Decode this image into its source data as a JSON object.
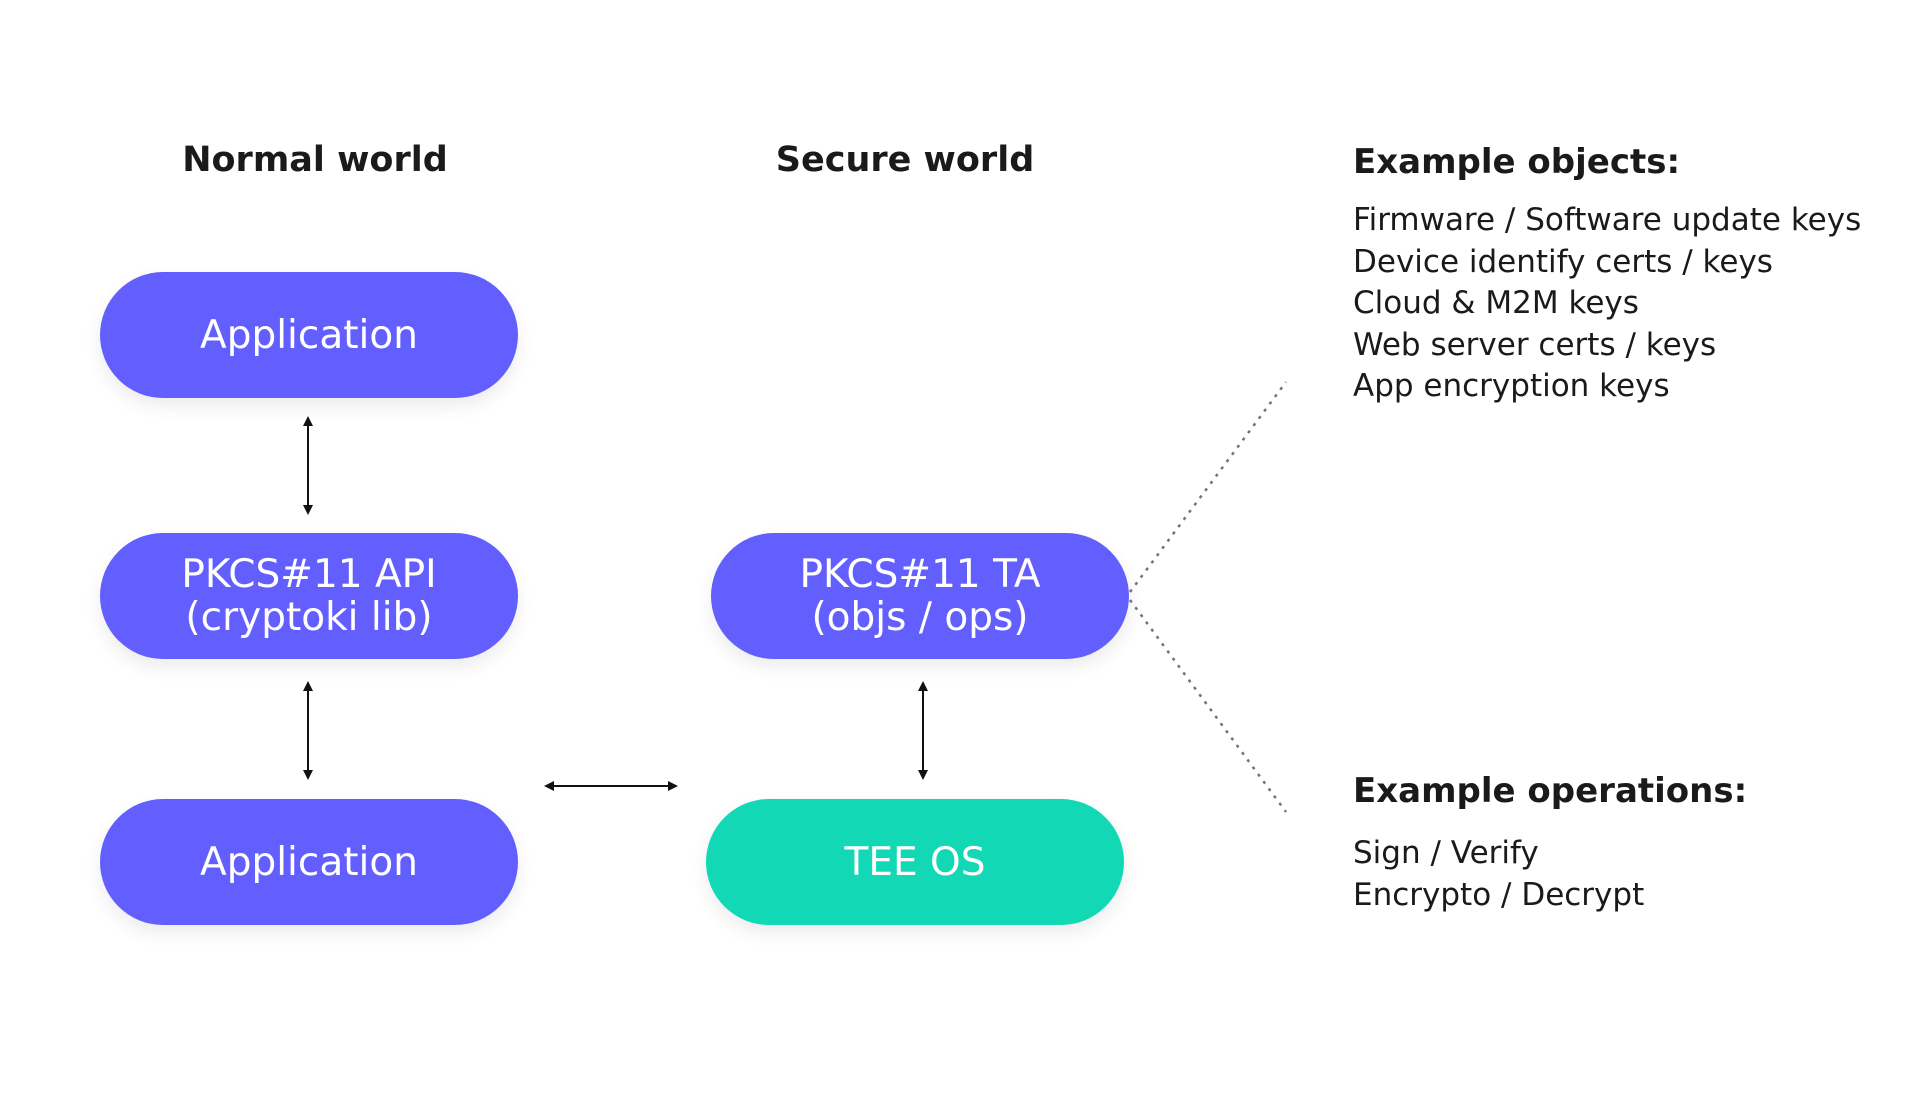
{
  "normal_world": {
    "heading": "Normal world",
    "boxes": [
      "Application",
      "PKCS#11 API\n(cryptoki lib)",
      "Application"
    ]
  },
  "secure_world": {
    "heading": "Secure world",
    "boxes": [
      "PKCS#11 TA\n(objs / ops)",
      "TEE OS"
    ]
  },
  "example_objects": {
    "title": "Example objects:",
    "items": [
      "Firmware / Software update keys",
      "Device identify certs / keys",
      "Cloud & M2M keys",
      "Web server certs / keys",
      "App encryption keys"
    ]
  },
  "example_operations": {
    "title": "Example operations:",
    "items": [
      "Sign / Verify",
      "Encrypto / Decrypt"
    ]
  },
  "colors": {
    "box": "#635fff",
    "tee_box": "#12d8b6",
    "box_text": "#ffffff",
    "text": "#1a1a1a",
    "dotted_line": "#6e7480"
  }
}
